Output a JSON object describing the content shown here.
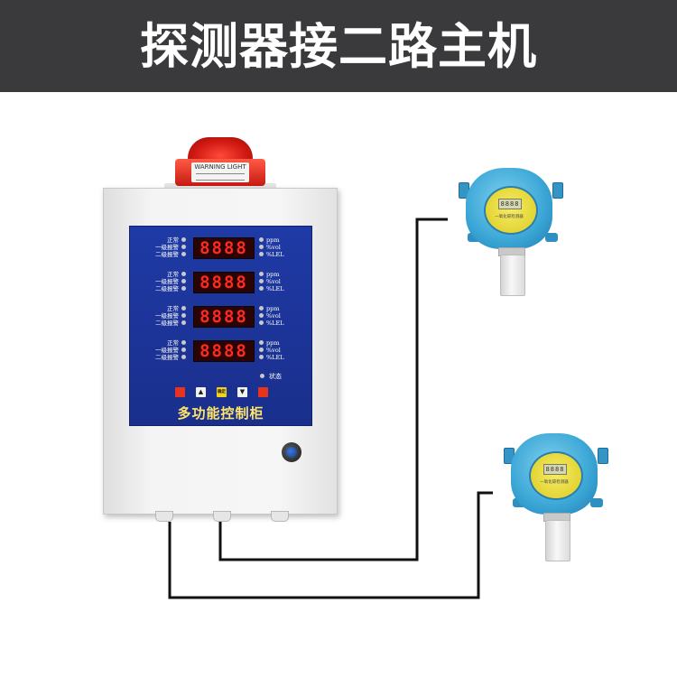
{
  "banner": {
    "title": "探测器接二路主机"
  },
  "alarm_light": {
    "label_text": "WARNING LIGHT"
  },
  "cabinet": {
    "channels": [
      {
        "labels": [
          "正常",
          "一级报警",
          "二级报警"
        ],
        "reading": "8888",
        "units": [
          "ppm",
          "%vol",
          "%LEL"
        ]
      },
      {
        "labels": [
          "正常",
          "一级报警",
          "二级报警"
        ],
        "reading": "8888",
        "units": [
          "ppm",
          "%vol",
          "%LEL"
        ]
      },
      {
        "labels": [
          "正常",
          "一级报警",
          "二级报警"
        ],
        "reading": "8888",
        "units": [
          "ppm",
          "%vol",
          "%LEL"
        ]
      },
      {
        "labels": [
          "正常",
          "一级报警",
          "二级报警"
        ],
        "reading": "8888",
        "units": [
          "ppm",
          "%vol",
          "%LEL"
        ]
      }
    ],
    "status_label": "状态",
    "keypad": {
      "confirm_label": "确定"
    },
    "footer_text": "多功能控制柜",
    "colors": {
      "panel": "#1f3aa6",
      "digits": "#ff2a1f",
      "footer": "#ffe66a"
    }
  },
  "detectors": [
    {
      "screen": "8888",
      "label": "一氧化碳检测器"
    },
    {
      "screen": "8888",
      "label": "一氧化碳检测器"
    }
  ],
  "colors": {
    "banner": "#3a3a3c",
    "detector_body": "#3aa6d6",
    "detector_window": "#e2d330",
    "alarm_light": "#d11a12"
  }
}
